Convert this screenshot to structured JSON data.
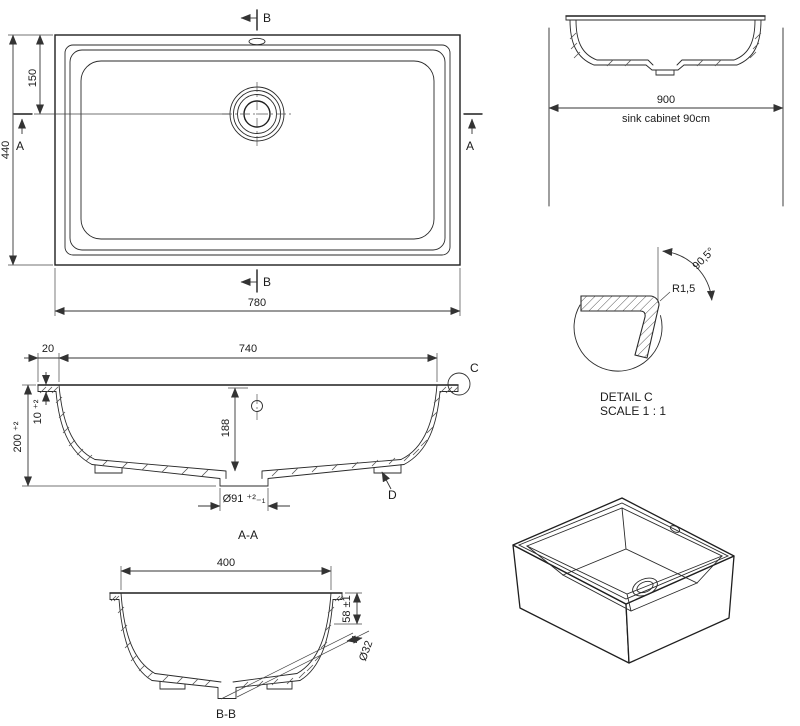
{
  "plan_view": {
    "section_marker_b": "B",
    "section_marker_a": "A",
    "dim_drain_offset": "150",
    "dim_total_width": "440",
    "dim_total_length": "780"
  },
  "cabinet_view": {
    "dim_cabinet_width": "900",
    "cabinet_label": "sink cabinet 90cm"
  },
  "detail_c": {
    "dim_angle": "90,5°",
    "dim_radius": "R1,5",
    "title": "DETAIL C",
    "scale": "SCALE 1 : 1"
  },
  "section_aa": {
    "dim_edge_inset": "20",
    "dim_inner_length": "740",
    "dim_rim_thickness": "10 ⁺²",
    "dim_total_height": "200 ⁺²",
    "dim_bowl_depth": "188",
    "dim_drain_recess": "Ø91 ⁺²₋₁",
    "detail_marker_c": "C",
    "detail_marker_d": "D",
    "label": "A-A"
  },
  "section_bb": {
    "dim_inner_width": "400",
    "dim_boss_height": "58 ±1",
    "dim_drain_hole": "Ø32",
    "label": "B-B"
  }
}
